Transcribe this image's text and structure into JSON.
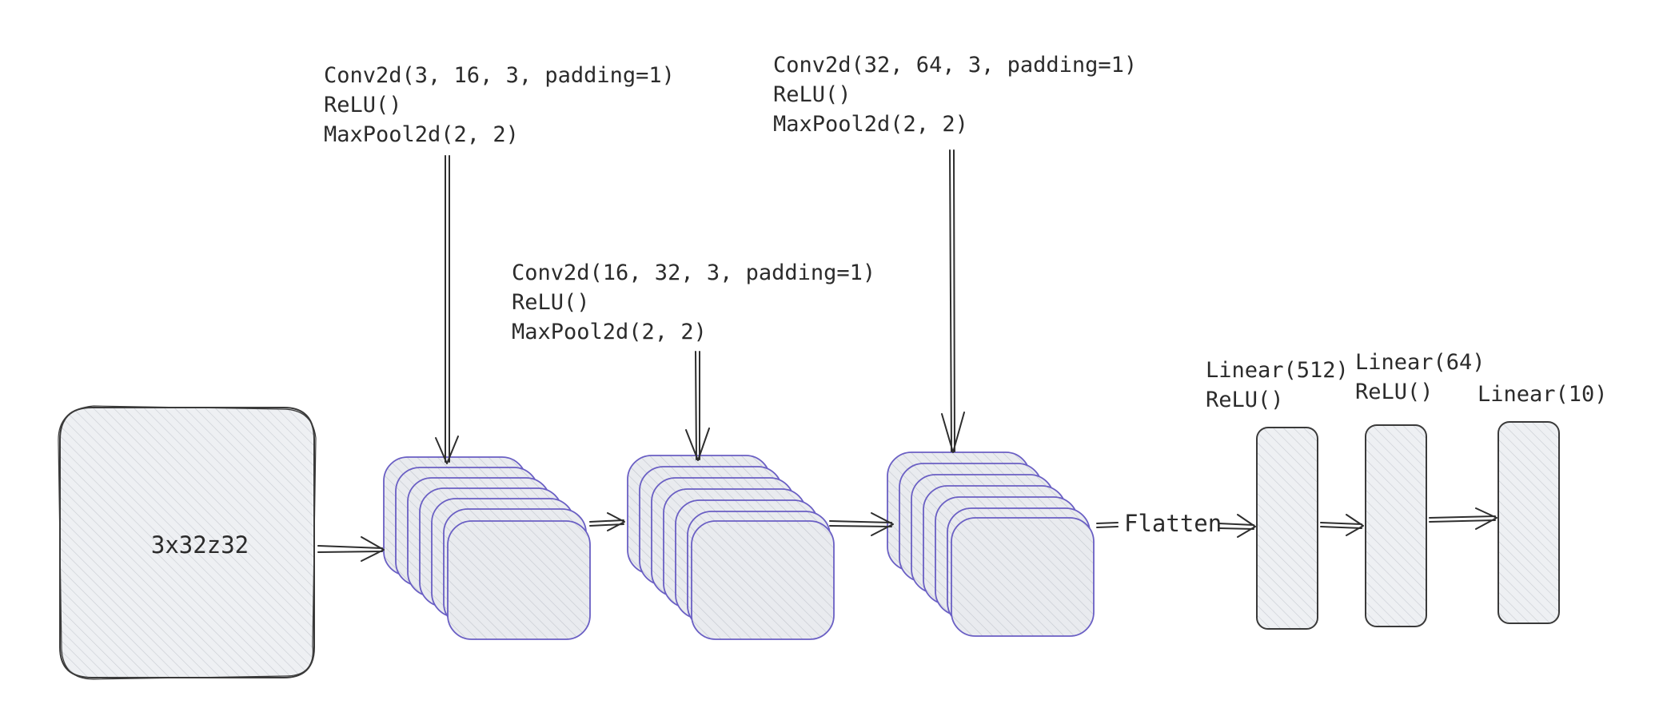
{
  "input": {
    "label": "3x32z32"
  },
  "conv_blocks": [
    {
      "lines": [
        "Conv2d(3, 16, 3, padding=1)",
        "ReLU()",
        "MaxPool2d(2, 2)"
      ]
    },
    {
      "lines": [
        "Conv2d(16, 32, 3, padding=1)",
        "ReLU()",
        "MaxPool2d(2, 2)"
      ]
    },
    {
      "lines": [
        "Conv2d(32, 64, 3, padding=1)",
        "ReLU()",
        "MaxPool2d(2, 2)"
      ]
    }
  ],
  "flatten_label": "Flatten",
  "linear_blocks": [
    {
      "lines": [
        "Linear(512)",
        "ReLU()"
      ]
    },
    {
      "lines": [
        "Linear(64)",
        "ReLU()"
      ]
    },
    {
      "lines": [
        "Linear(10)"
      ]
    }
  ],
  "colors": {
    "feature_map_stroke": "#6a5fc4",
    "ink": "#2e2e2e",
    "fill": "#e6e8ec"
  }
}
